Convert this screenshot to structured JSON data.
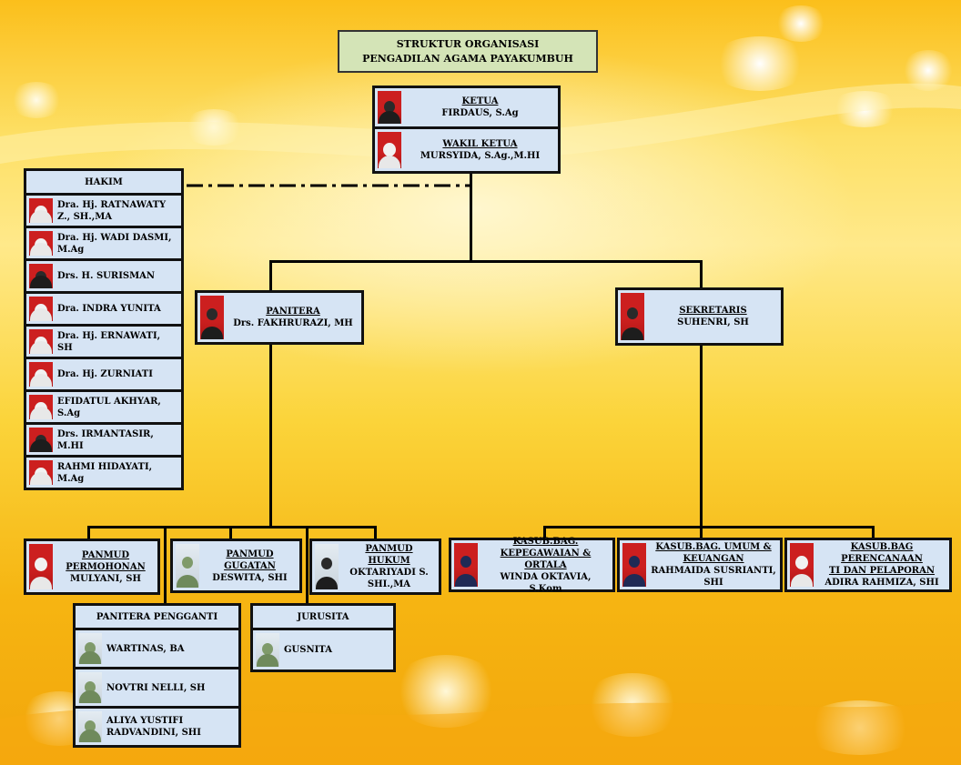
{
  "title": {
    "line1": "STRUKTUR ORGANISASI",
    "line2": "PENGADILAN AGAMA PAYAKUMBUH"
  },
  "ketua": {
    "role": "KETUA",
    "name": "FIRDAUS, S.Ag"
  },
  "wakil": {
    "role": "WAKIL KETUA",
    "name": "MURSYIDA, S.Ag.,M.HI"
  },
  "hakim": {
    "header": "HAKIM",
    "members": [
      "Dra. Hj. RATNAWATY Z., SH.,MA",
      "Dra. Hj. WADI DASMI, M.Ag",
      "Drs. H. SURISMAN",
      "Dra. INDRA YUNITA",
      "Dra. Hj. ERNAWATI, SH",
      "Dra. Hj. ZURNIATI",
      "EFIDATUL AKHYAR, S.Ag",
      "Drs. IRMANTASIR, M.HI",
      "RAHMI HIDAYATI, M.Ag"
    ]
  },
  "panitera": {
    "role": "PANITERA",
    "name": "Drs. FAKHRURAZI, MH"
  },
  "sekretaris": {
    "role": "SEKRETARIS",
    "name": "SUHENRI, SH"
  },
  "panmud_permohonan": {
    "role": "PANMUD PERMOHONAN",
    "name": "MULYANI, SH"
  },
  "panmud_gugatan": {
    "role": "PANMUD GUGATAN",
    "name": "DESWITA, SHI"
  },
  "panmud_hukum": {
    "role": "PANMUD HUKUM",
    "name": "OKTARIYADI S. SHI.,MA"
  },
  "kasubbag_kepeg": {
    "role_line1": "KASUB.BAG. KEPEGAWAIAN &",
    "role_line2": "ORTALA",
    "name": "WINDA OKTAVIA, S.Kom"
  },
  "kasubbag_umum": {
    "role_line1": "KASUB.BAG. UMUM &",
    "role_line2": "KEUANGAN",
    "name": "RAHMAIDA SUSRIANTI, SHI"
  },
  "kasubbag_ptip": {
    "role_line1": "KASUB.BAG PERENCANAAN",
    "role_line2": "TI DAN PELAPORAN",
    "name": "ADIRA RAHMIZA, SHI"
  },
  "panitera_pengganti": {
    "header": "PANITERA PENGGANTI",
    "members": [
      "WARTINAS, BA",
      "NOVTRI NELLI, SH",
      "ALIYA YUSTIFI RADVANDINI, SHI"
    ]
  },
  "jurusita": {
    "header": "JURUSITA",
    "members": [
      "GUSNITA"
    ]
  }
}
